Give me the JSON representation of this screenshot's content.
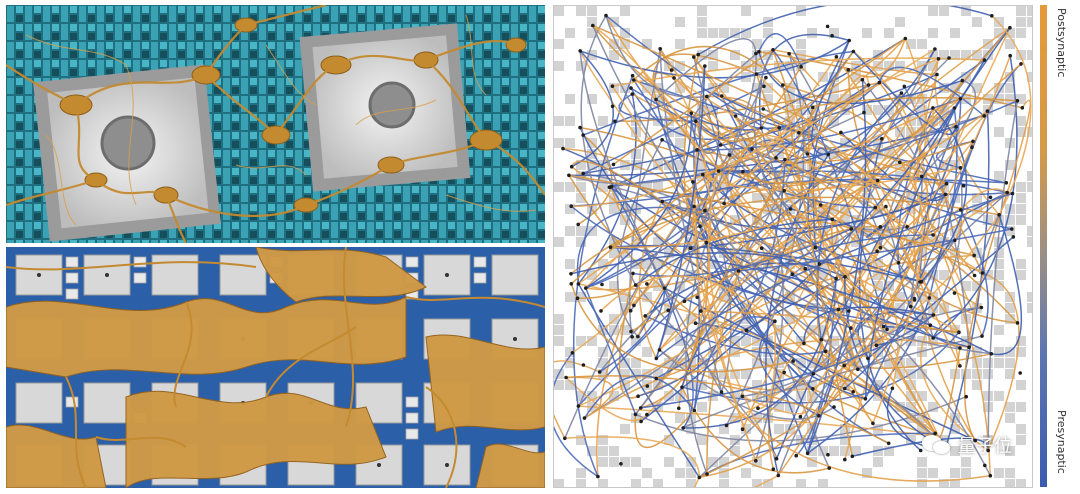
{
  "figure": {
    "colorbar": {
      "top_label": "Postsynaptic",
      "bottom_label": "Presynaptic",
      "top_color": "#e59a3a",
      "bottom_color": "#3b5bb0"
    },
    "watermark": {
      "icon": "wechat-icon",
      "text": "量子位"
    },
    "colors": {
      "neuron_gold": "#c48a30",
      "chip_teal": "#2e8ea0",
      "chip_blue": "#2b5fa8",
      "pad_grey": "#d6d6d6",
      "map_tile_grey": "#d3d3d3"
    }
  }
}
